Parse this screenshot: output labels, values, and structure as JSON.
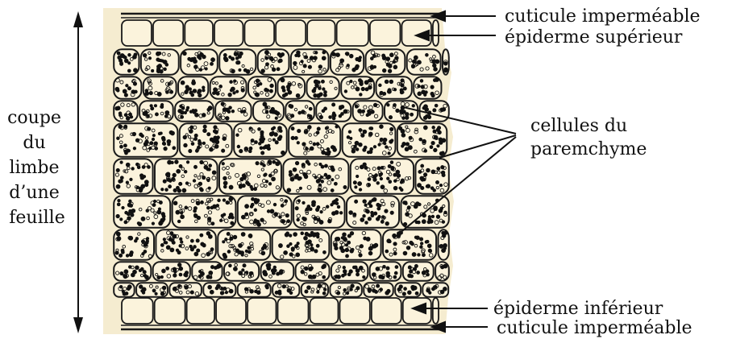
{
  "side_label": {
    "lines": [
      "coupe",
      "du",
      "limbe",
      "d’une",
      "feuille"
    ]
  },
  "labels": {
    "cuticle_top": "cuticule imperméable",
    "epidermis_top": "épiderme supérieur",
    "parenchyma_line1": "cellules du",
    "parenchyma_line2": "paremchyme",
    "epidermis_bottom": "épiderme inférieur",
    "cuticle_bottom": "cuticule imperméable"
  },
  "colors": {
    "tissue_background": "#f5ecd0",
    "cell_fill": "#fbf3dc",
    "cell_stroke": "#1a1a1a",
    "chloroplast": "#111111",
    "text": "#111111"
  }
}
